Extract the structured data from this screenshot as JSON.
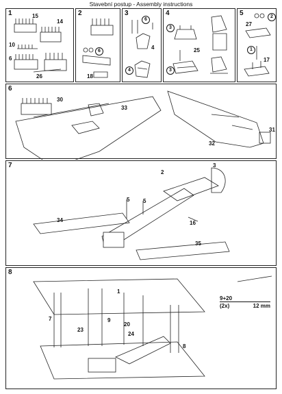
{
  "title": "Stavební postup - Assembly instructions",
  "steps": {
    "s1": {
      "num": "1",
      "parts": [
        "15",
        "14",
        "10",
        "6",
        "26"
      ]
    },
    "s2": {
      "num": "2",
      "parts": [
        "6",
        "18"
      ]
    },
    "s3": {
      "num": "3",
      "parts": [
        "6",
        "4",
        "4"
      ]
    },
    "s4": {
      "num": "4",
      "parts": [
        "3",
        "25",
        "3"
      ]
    },
    "s5": {
      "num": "5",
      "parts": [
        "2",
        "27",
        "1",
        "17"
      ]
    },
    "s6": {
      "num": "6",
      "parts": [
        "30",
        "33",
        "31",
        "32"
      ]
    },
    "s7": {
      "num": "7",
      "parts": [
        "2",
        "3",
        "5",
        "5",
        "34",
        "16",
        "35"
      ]
    },
    "s8": {
      "num": "8",
      "parts": [
        "1",
        "7",
        "23",
        "9",
        "20",
        "24",
        "8"
      ]
    }
  },
  "strut_note": {
    "part": "9+20",
    "qty": "(2x)",
    "length": "12 mm"
  }
}
